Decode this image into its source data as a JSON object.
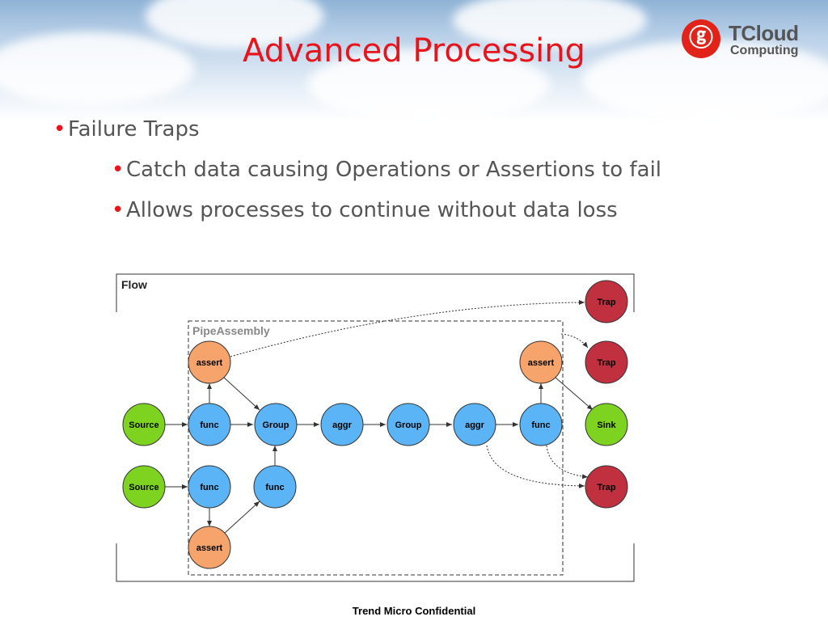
{
  "slide": {
    "title": "Advanced Processing",
    "footer": "Trend Micro Confidential",
    "accent_color": "#e8141c"
  },
  "logo": {
    "line1": "TCloud",
    "line2": "Computing",
    "color": "#e2231a"
  },
  "bullets": {
    "level1": "Failure Traps",
    "level2": [
      "Catch data causing Operations or Assertions to fail",
      "Allows processes to continue without data loss"
    ]
  },
  "diagram": {
    "flow_label": "Flow",
    "pipe_label": "PipeAssembly",
    "nodes": {
      "source1": "Source",
      "source2": "Source",
      "func1": "func",
      "func2": "func",
      "func3": "func",
      "func4": "func",
      "group1": "Group",
      "group2": "Group",
      "aggr1": "aggr",
      "aggr2": "aggr",
      "assert1": "assert",
      "assert2": "assert",
      "assert3": "assert",
      "sink": "Sink",
      "trap1": "Trap",
      "trap2": "Trap",
      "trap3": "Trap"
    },
    "colors": {
      "source": "#7ed321",
      "func": "#5ab4f5",
      "assert": "#f7a46c",
      "trap": "#c0303f",
      "sink": "#7ed321"
    }
  }
}
